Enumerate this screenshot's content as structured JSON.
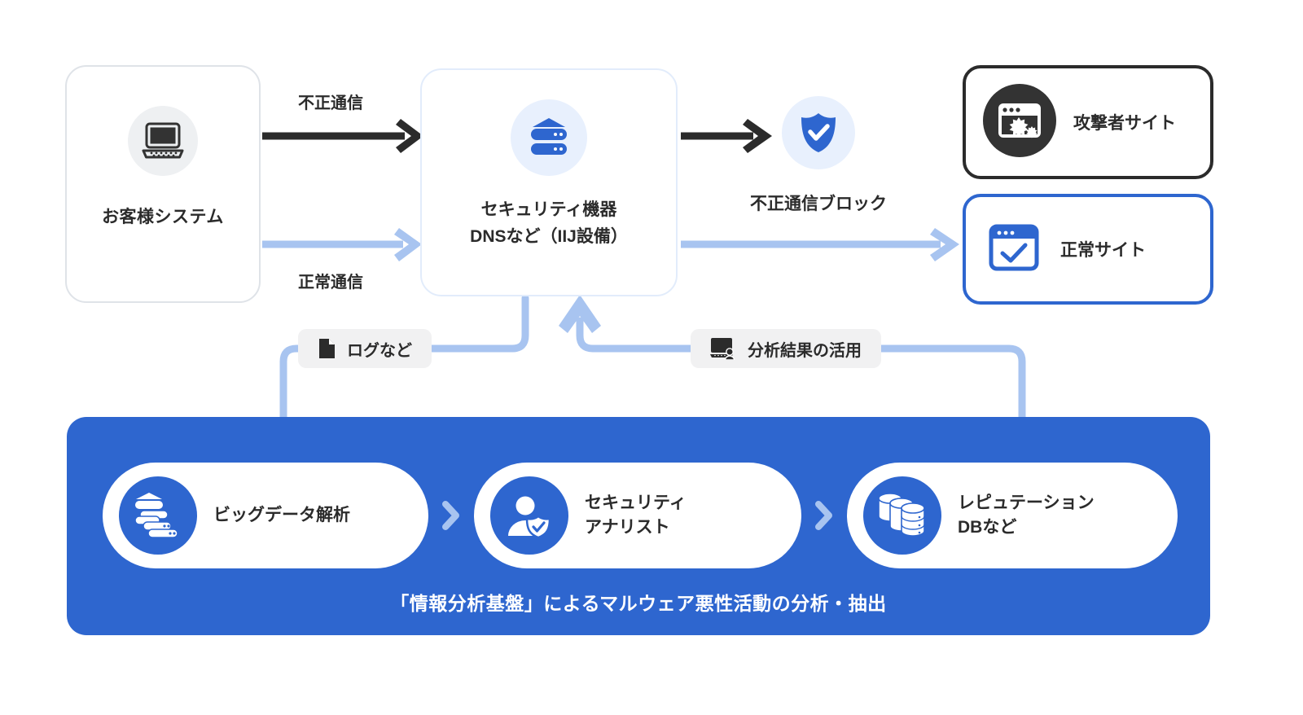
{
  "diagram": {
    "customer": {
      "label": "お客様システム",
      "icon": "laptop-icon"
    },
    "security": {
      "label_line1": "セキュリティ機器",
      "label_line2": "DNSなど（IIJ設備）",
      "icon": "server-icon"
    },
    "block": {
      "label": "不正通信ブロック",
      "icon": "shield-check-icon"
    },
    "sites": [
      {
        "label": "攻撃者サイト",
        "icon": "malicious-browser-icon",
        "border_color": "#2b2b2b"
      },
      {
        "label": "正常サイト",
        "icon": "safe-browser-icon",
        "border_color": "#2e66cf"
      }
    ],
    "flows": [
      {
        "label": "不正通信",
        "color": "#2b2b2b"
      },
      {
        "label": "正常通信",
        "color": "#a8c4f0"
      }
    ],
    "pills": [
      {
        "label": "ログなど",
        "icon": "document-icon"
      },
      {
        "label": "分析結果の活用",
        "icon": "monitor-user-icon"
      }
    ],
    "panel": {
      "caption": "「情報分析基盤」によるマルウェア悪性活動の分析・抽出",
      "background": "#2e66cf",
      "items": [
        {
          "label_line1": "ビッグデータ解析",
          "label_line2": "",
          "icon": "stacked-servers-icon"
        },
        {
          "label_line1": "セキュリティ",
          "label_line2": "アナリスト",
          "icon": "analyst-shield-icon"
        },
        {
          "label_line1": "レピュテーション",
          "label_line2": "DBなど",
          "icon": "database-stack-icon"
        }
      ],
      "separator_icon": "chevron-right-icon"
    },
    "colors": {
      "accent_blue": "#2e66cf",
      "light_blue": "#a8c4f0",
      "dark": "#2b2b2b",
      "pale_blue_bg": "#e8f0fd",
      "grey_bg": "#eef0f2",
      "pill_grey": "#f1f1f2"
    }
  }
}
